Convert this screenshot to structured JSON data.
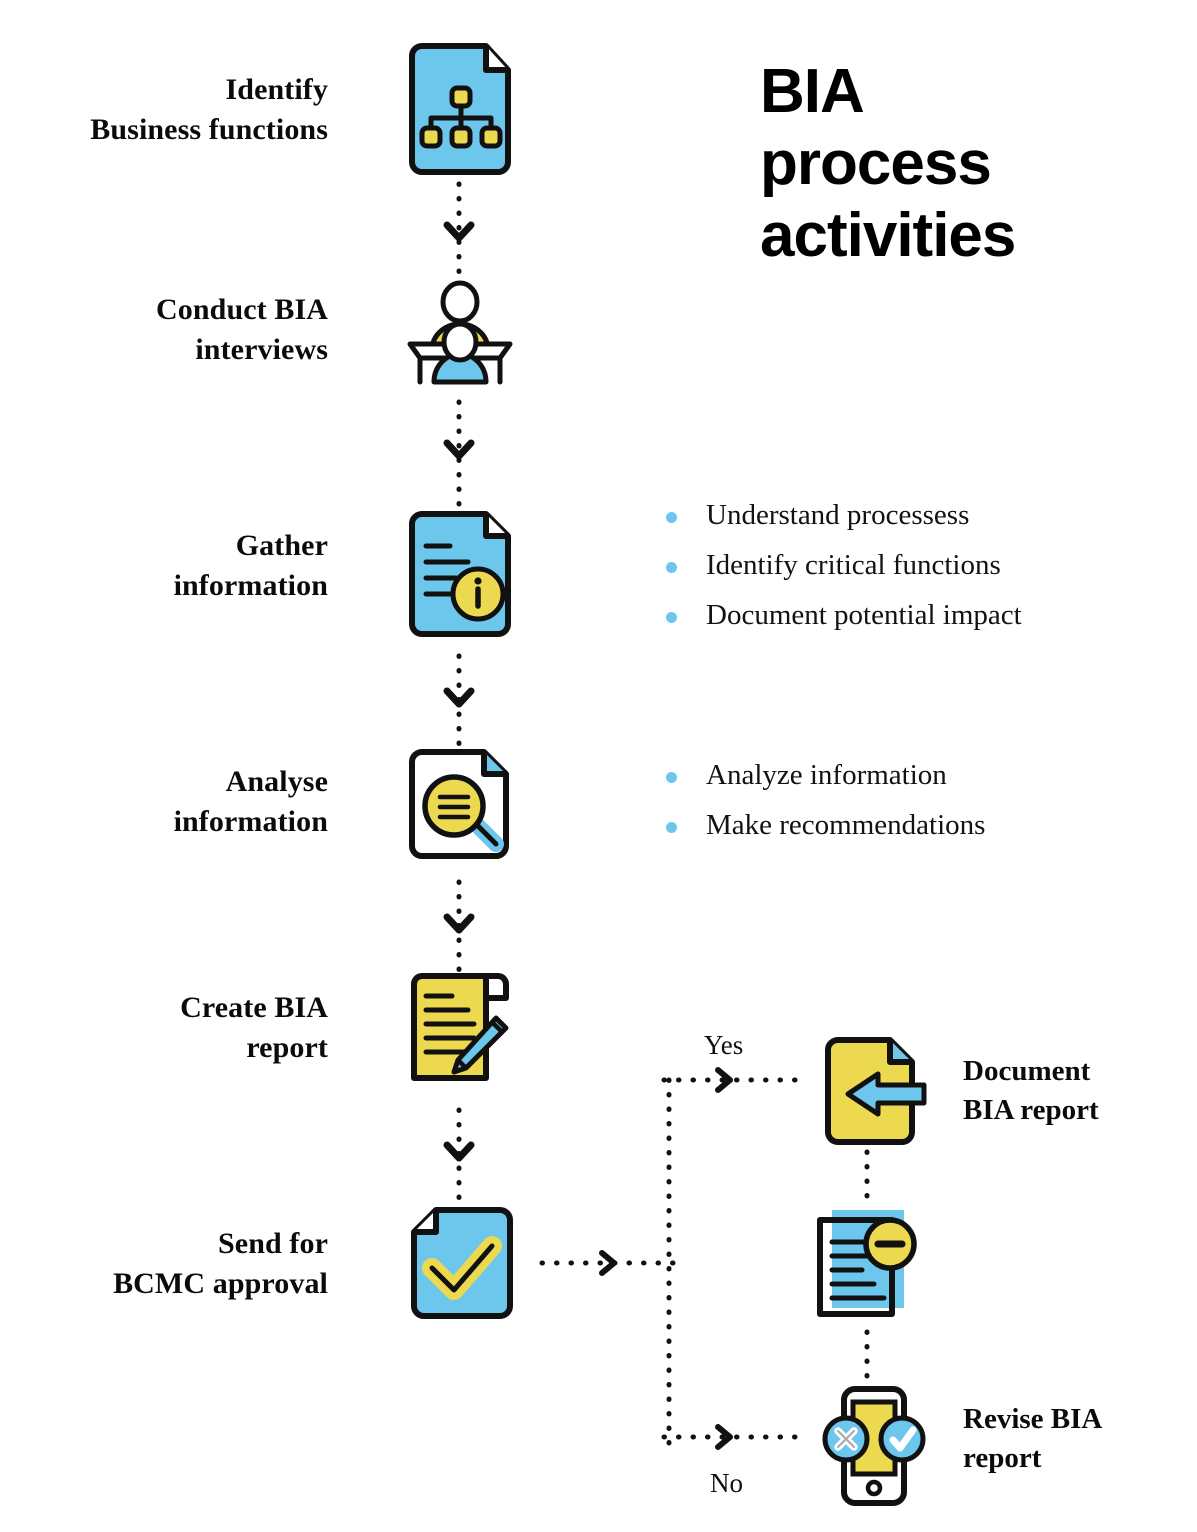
{
  "title": {
    "line1": "BIA",
    "line2": "process",
    "line3": "activities"
  },
  "steps": [
    {
      "id": "identify-business-functions",
      "line1": "Identify",
      "line2": "Business functions",
      "icon": "document-orgchart-icon"
    },
    {
      "id": "conduct-bia-interviews",
      "line1": "Conduct BIA",
      "line2": "interviews",
      "icon": "interview-people-icon"
    },
    {
      "id": "gather-information",
      "line1": "Gather",
      "line2": "information",
      "icon": "document-info-icon"
    },
    {
      "id": "analyse-information",
      "line1": "Analyse",
      "line2": "information",
      "icon": "document-magnifier-icon"
    },
    {
      "id": "create-bia-report",
      "line1": "Create BIA",
      "line2": "report",
      "icon": "document-pen-icon"
    },
    {
      "id": "send-for-bcmc-approval",
      "line1": "Send for",
      "line2": "BCMC approval",
      "icon": "document-check-icon"
    }
  ],
  "gather_bullets": [
    "Understand processess",
    "Identify critical functions",
    "Document potential impact"
  ],
  "analyse_bullets": [
    "Analyze information",
    "Make recommendations"
  ],
  "decision": {
    "yes_label": "Yes",
    "no_label": "No"
  },
  "outcomes": [
    {
      "id": "document-bia-report",
      "line1": "Document",
      "line2": "BIA report",
      "icon": "document-arrow-in-icon"
    },
    {
      "id": "pending-bia-report",
      "line1": "",
      "line2": "",
      "icon": "document-minus-icon"
    },
    {
      "id": "revise-bia-report",
      "line1": "Revise BIA",
      "line2": "report",
      "icon": "phone-approve-reject-icon"
    }
  ],
  "colors": {
    "blue": "#6dc6ec",
    "yellow": "#edd94f",
    "outline": "#111111",
    "bullet": "#6dc6ec",
    "white": "#ffffff"
  }
}
